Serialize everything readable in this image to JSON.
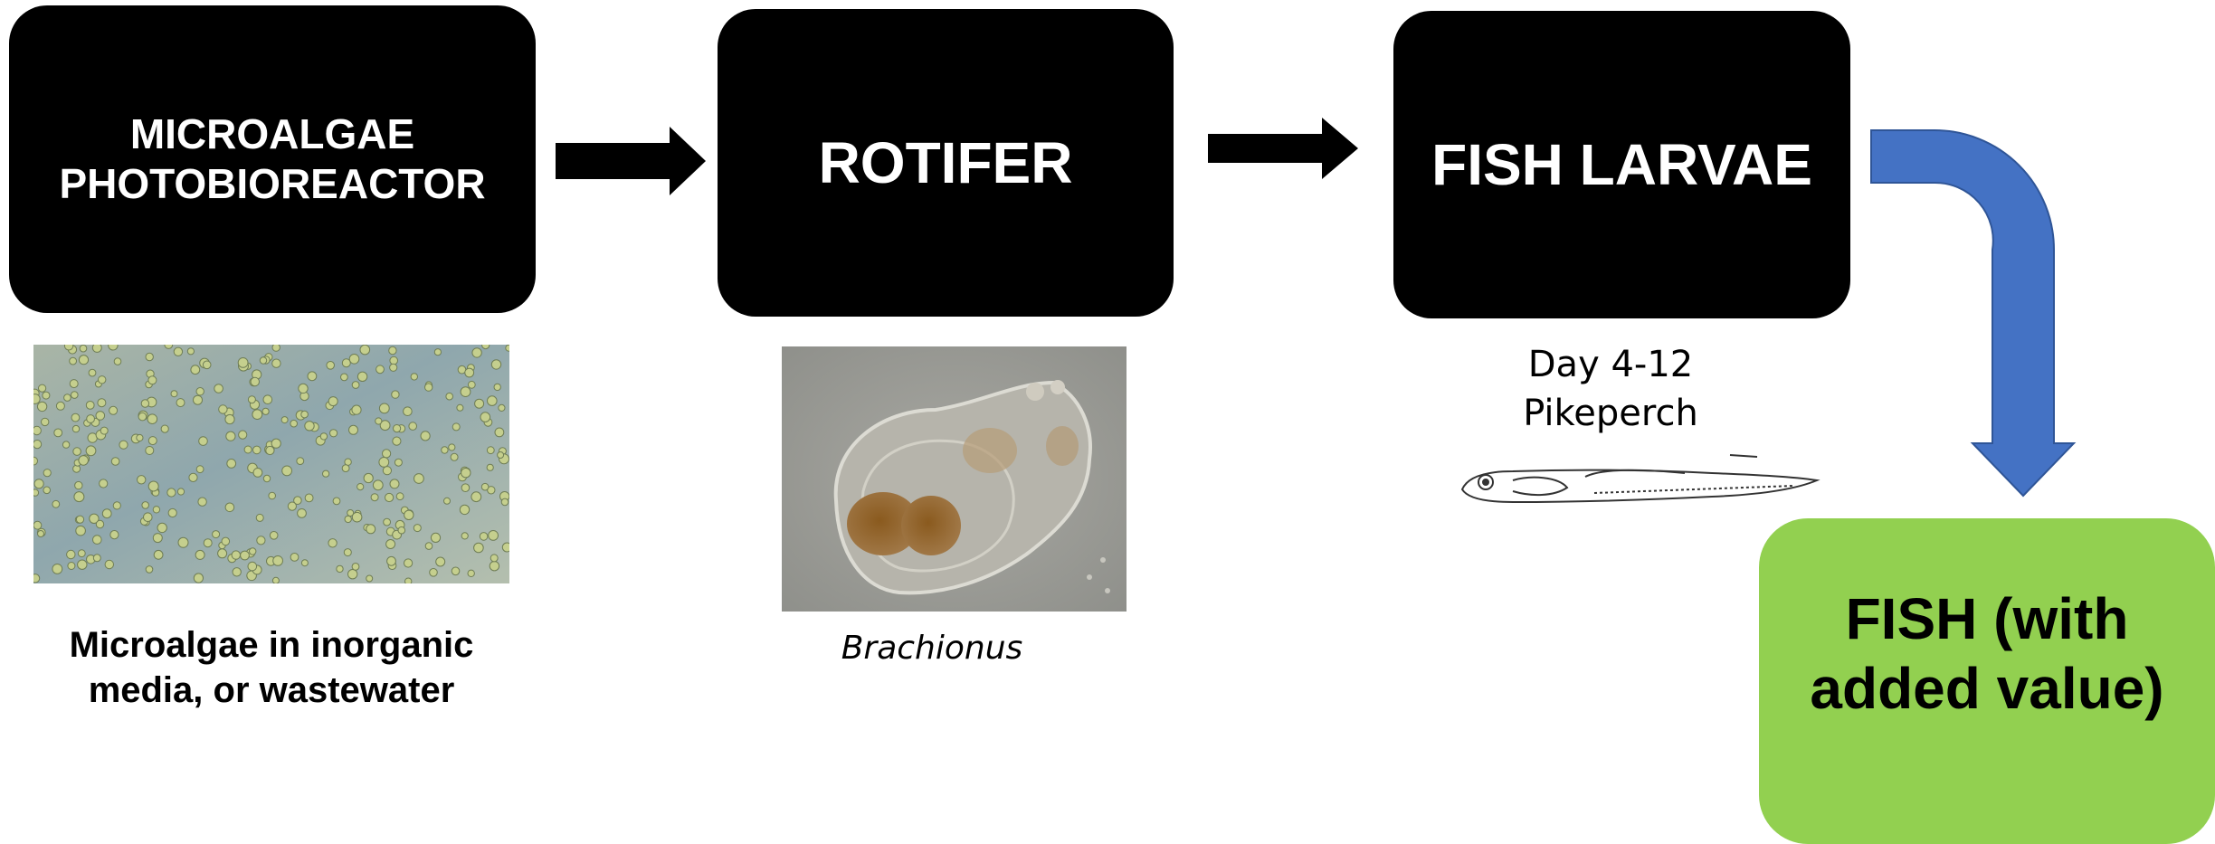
{
  "nodes": {
    "microalgae": "MICROALGAE\nPHOTOBIOREACTOR",
    "rotifer": "ROTIFER",
    "fish_larvae": "FISH LARVAE",
    "fish": "FISH (with\nadded value)"
  },
  "captions": {
    "microalgae": "Microalgae in inorganic\nmedia, or wastewater",
    "rotifer": "Brachionus",
    "larvae": "Day 4-12\nPikeperch"
  },
  "colors": {
    "box": "#000000",
    "box_text": "#ffffff",
    "fish_box": "#92d050",
    "bent_arrow": "#4472c4",
    "arrow": "#000000"
  }
}
